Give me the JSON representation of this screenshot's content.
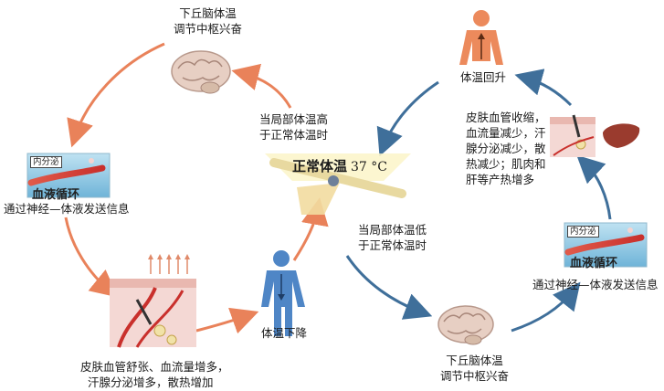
{
  "center": {
    "label": "正常体温",
    "value": "37 °C"
  },
  "brain_top": [
    "下丘脑体温",
    "调节中枢兴奋"
  ],
  "brain_bottom": [
    "下丘脑体温",
    "调节中枢兴奋"
  ],
  "condition_high": [
    "当局部体温高",
    "于正常体温时"
  ],
  "condition_low": [
    "当局部体温低",
    "于正常体温时"
  ],
  "panel_left": {
    "tag": "内分泌",
    "title": "血液循环",
    "caption": "通过神经—体液发送信息"
  },
  "panel_right": {
    "tag": "内分泌",
    "title": "血液循环",
    "caption": "通过神经—体液发送信息"
  },
  "effect_cool": [
    "皮肤血管舒张、血流量增多，",
    "汗腺分泌增多，散热增加"
  ],
  "effect_warm": [
    "皮肤血管收缩，",
    "血流量减少，汗",
    "腺分泌减少，散",
    "热减少；肌肉和",
    "肝等产热增多"
  ],
  "body_down_label": "体温下降",
  "body_up_label": "体温回升",
  "colors": {
    "orange_arrow": "#e9825a",
    "blue_arrow": "#3f6f9a",
    "hot_body": "#ec8a5c",
    "cold_body": "#4f86c6"
  }
}
